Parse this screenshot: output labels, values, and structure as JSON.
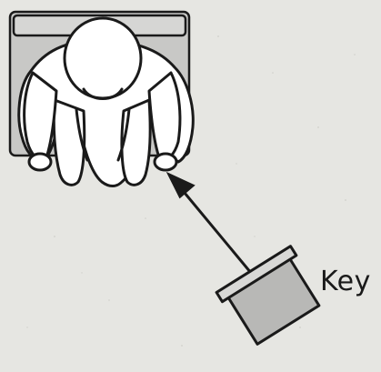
{
  "labels": {
    "key": "Key"
  },
  "colors": {
    "background": "#e6e6e2",
    "outline": "#1a1a1a",
    "figure_fill": "#ffffff",
    "chair_fill": "#c8c8c6",
    "key_fill": "#b8b8b6"
  },
  "icons": {
    "person": "seated-person-top-view",
    "chair": "chair-top-view",
    "key": "keypad-device",
    "arrow": "arrow-up-left"
  }
}
